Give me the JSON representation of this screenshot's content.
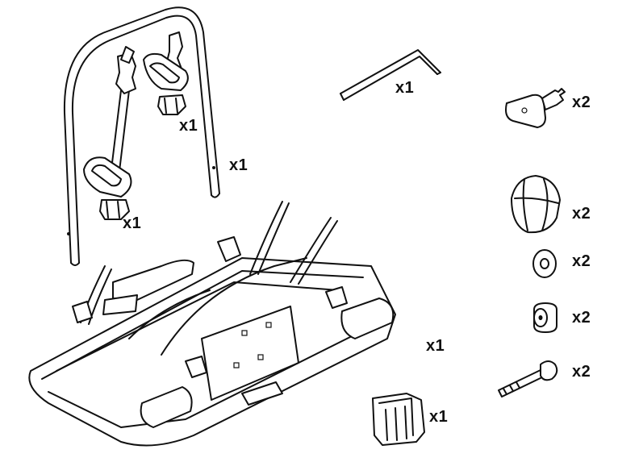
{
  "parts": [
    {
      "id": "bike-frame-arch",
      "qty": "x1"
    },
    {
      "id": "wheel-holder-rear",
      "qty": "x1"
    },
    {
      "id": "wheel-holder-front",
      "qty": "x1"
    },
    {
      "id": "allen-key",
      "qty": "x1"
    },
    {
      "id": "lock-key",
      "qty": "x2"
    },
    {
      "id": "knob",
      "qty": "x2"
    },
    {
      "id": "washer",
      "qty": "x2"
    },
    {
      "id": "spacer",
      "qty": "x2"
    },
    {
      "id": "bolt",
      "qty": "x2"
    },
    {
      "id": "carrier-base",
      "qty": "x1"
    },
    {
      "id": "bracket-clip",
      "qty": "x1"
    }
  ]
}
